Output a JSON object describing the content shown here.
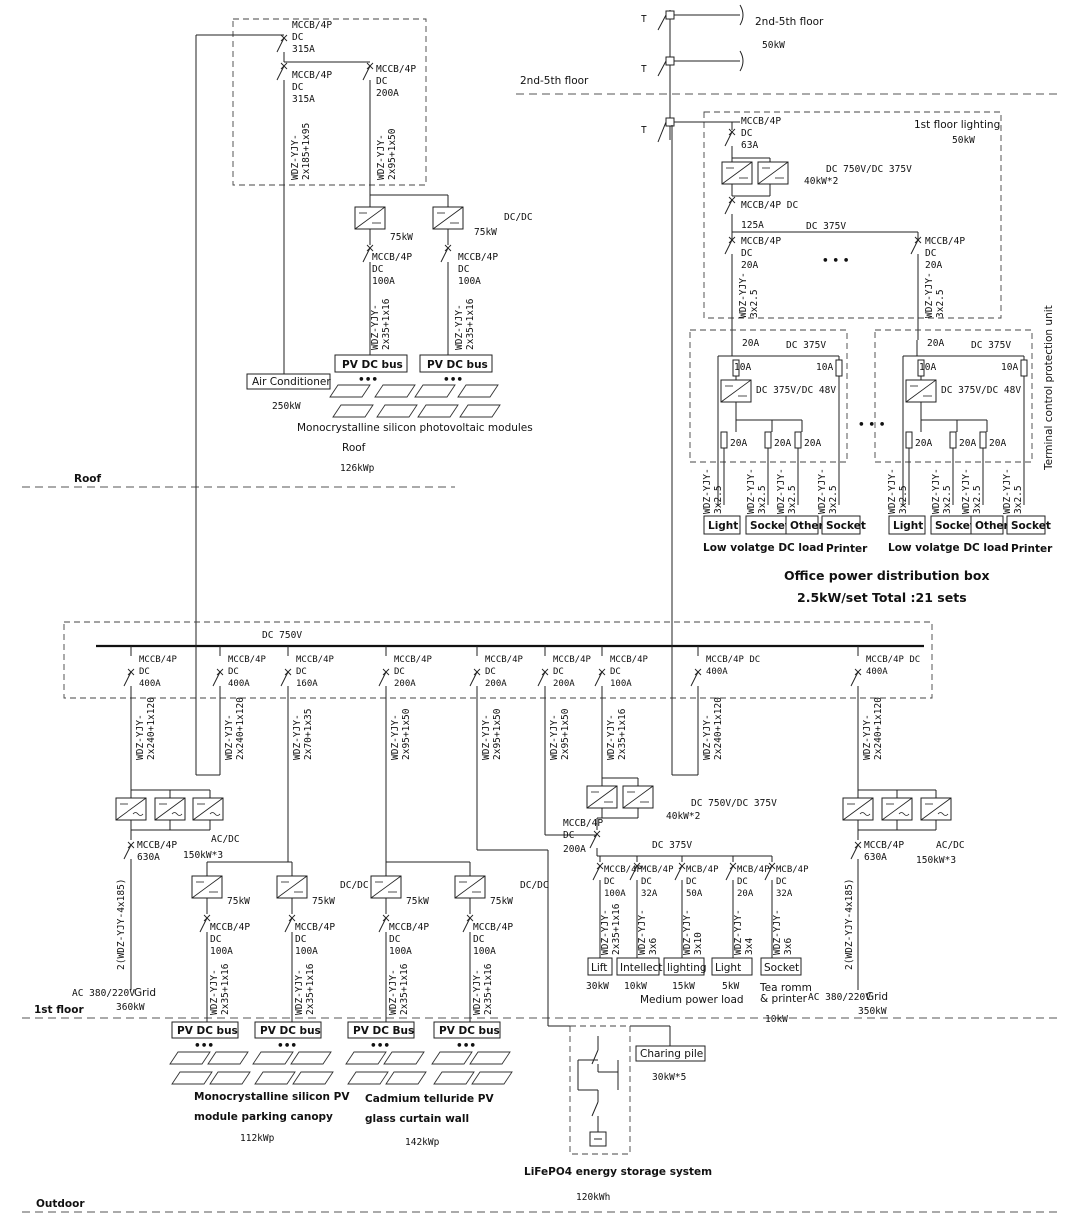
{
  "floors": {
    "upper": "2nd-5th floor",
    "upper_load_label": "2nd-5th floor",
    "upper_load_power": "50kW",
    "roof": "Roof",
    "first": "1st floor",
    "outdoor": "Outdoor"
  },
  "roof": {
    "breaker_top": [
      "MCCB/4P",
      "DC",
      "315A"
    ],
    "breaker_ac": [
      "MCCB/4P",
      "DC",
      "315A"
    ],
    "breaker_pv": [
      "MCCB/4P",
      "DC",
      "200A"
    ],
    "cable_ac": [
      "WDZ-YJY-",
      "2x185+1x95"
    ],
    "cable_pv": [
      "WDZ-YJY-",
      "2x95+1x50"
    ],
    "conv1_power": "75kW",
    "conv2_power": "75kW",
    "dcdc_label": "DC/DC",
    "branch_breaker": [
      "MCCB/4P",
      "DC",
      "100A"
    ],
    "branch_cable": [
      "WDZ-YJY-",
      "2x35+1x16"
    ],
    "pv_bus": "PV DC bus",
    "ellipsis": "•••",
    "air_conditioner": "Air Conditioner",
    "air_conditioner_power": "250kW",
    "modules_caption": "Monocrystalline silicon photovoltaic modules",
    "roof_caption": "Roof",
    "roof_power": "126kWp"
  },
  "office": {
    "lighting_title": "1st floor lighting",
    "lighting_power": "50kW",
    "main_breaker": [
      "MCCB/4P",
      "DC",
      "63A"
    ],
    "converter_label": "DC 750V/DC 375V",
    "converter_power": "40kW*2",
    "sub_breaker": [
      "MCCB/4P DC",
      "125A"
    ],
    "dc375": "DC 375V",
    "branch_breaker": [
      "MCCB/4P",
      "DC",
      "20A"
    ],
    "branch_cable": [
      "WDZ-YJY-",
      "3x2.5"
    ],
    "dots": "• • •",
    "unit_in": "20A",
    "unit_bus": "DC 375V",
    "fuse_10a": "10A",
    "unit_conv": "DC 375V/DC 48V",
    "fuse_20a": "20A",
    "load_cable": [
      "WDZ-YJY-",
      "3x2.5"
    ],
    "loads": [
      "Light",
      "Socket",
      "Other",
      "Socket"
    ],
    "low_voltage_caption": "Low volatge DC load",
    "printer_caption": "Printer",
    "protection_unit": "Terminal control protection unit",
    "box_title": "Office power distribution box",
    "box_sub": "2.5kW/set Total :21 sets"
  },
  "main_bus": {
    "label": "DC 750V",
    "breakers": [
      [
        "MCCB/4P",
        "DC",
        "400A"
      ],
      [
        "MCCB/4P",
        "DC",
        "400A"
      ],
      [
        "MCCB/4P",
        "DC",
        "160A"
      ],
      [
        "MCCB/4P",
        "DC",
        "200A"
      ],
      [
        "MCCB/4P",
        "DC",
        "200A"
      ],
      [
        "MCCB/4P",
        "DC",
        "200A"
      ],
      [
        "MCCB/4P",
        "DC",
        "100A"
      ],
      [
        "MCCB/4P DC",
        "400A"
      ],
      [
        "MCCB/4P DC",
        "400A"
      ]
    ],
    "cables": [
      [
        "WDZ-YJY-",
        "2x240+1x120"
      ],
      [
        "WDZ-YJY-",
        "2x240+1x120"
      ],
      [
        "WDZ-YJY-",
        "2x70+1x35"
      ],
      [
        "WDZ-YJY-",
        "2x95+1x50"
      ],
      [
        "WDZ-YJY-",
        "2x95+1x50"
      ],
      [
        "WDZ-YJY-",
        "2x95+1x50"
      ],
      [
        "WDZ-YJY-",
        "2x35+1x16"
      ],
      [
        "WDZ-YJY-",
        "2x240+1x120"
      ],
      [
        "WDZ-YJY-",
        "2x240+1x120"
      ]
    ]
  },
  "grid": {
    "acdc_label": "AC/DC",
    "acdc_power": "150kW*3",
    "breaker": [
      "MCCB/4P",
      "630A"
    ],
    "cable": "2(WDZ-YJY-4x185)",
    "left_ac": "AC 380/220V",
    "left_grid": "Grid",
    "left_power": "360kW",
    "right_ac": "AC 380/220V",
    "right_grid": "Grid",
    "right_power": "350kW"
  },
  "pv_first": {
    "conv_power": "75kW",
    "dcdc_label": "DC/DC",
    "branch_breaker": [
      "MCCB/4P",
      "DC",
      "100A"
    ],
    "branch_cable": [
      "WDZ-YJY-",
      "2x35+1x16"
    ],
    "bus_labels": [
      "PV DC bus",
      "PV DC bus",
      "PV DC Bus",
      "PV DC bus"
    ],
    "ellipsis": "•••",
    "mono_caption": [
      "Monocrystalline silicon PV",
      "module parking canopy"
    ],
    "mono_power": "112kWp",
    "cdte_caption": [
      "Cadmium telluride PV",
      "glass curtain wall"
    ],
    "cdte_power": "142kWp"
  },
  "medium": {
    "conv_label": "DC 750V/DC 375V",
    "conv_power": "40kW*2",
    "breaker_in": [
      "MCCB/4P",
      "DC",
      "200A"
    ],
    "bus": "DC 375V",
    "breakers": [
      [
        "MCCB/4P",
        "DC",
        "100A"
      ],
      [
        "MCB/4P",
        "DC",
        "32A"
      ],
      [
        "MCB/4P",
        "DC",
        "50A"
      ],
      [
        "MCB/4P",
        "DC",
        "20A"
      ],
      [
        "MCB/4P",
        "DC",
        "32A"
      ]
    ],
    "cables": [
      [
        "WDZ-YJY-",
        "2x35+1x16"
      ],
      [
        "WDZ-YJY-",
        "3x6"
      ],
      [
        "WDZ-YJY-",
        "3x10"
      ],
      [
        "WDZ-YJY-",
        "3x4"
      ],
      [
        "WDZ-YJY-",
        "3x6"
      ]
    ],
    "loads": [
      "Lift",
      "Intellect",
      "lighting",
      "Light",
      "Socket"
    ],
    "powers": [
      "30kW",
      "10kW",
      "15kW",
      "5kW"
    ],
    "tea_room": [
      "Tea romm",
      "& printer"
    ],
    "tea_power": "10kW",
    "caption": "Medium power load"
  },
  "storage": {
    "charging": "Charing pile",
    "charging_power": "30kW*5",
    "caption": "LiFePO4 energy storage system",
    "capacity": "120kWh"
  }
}
